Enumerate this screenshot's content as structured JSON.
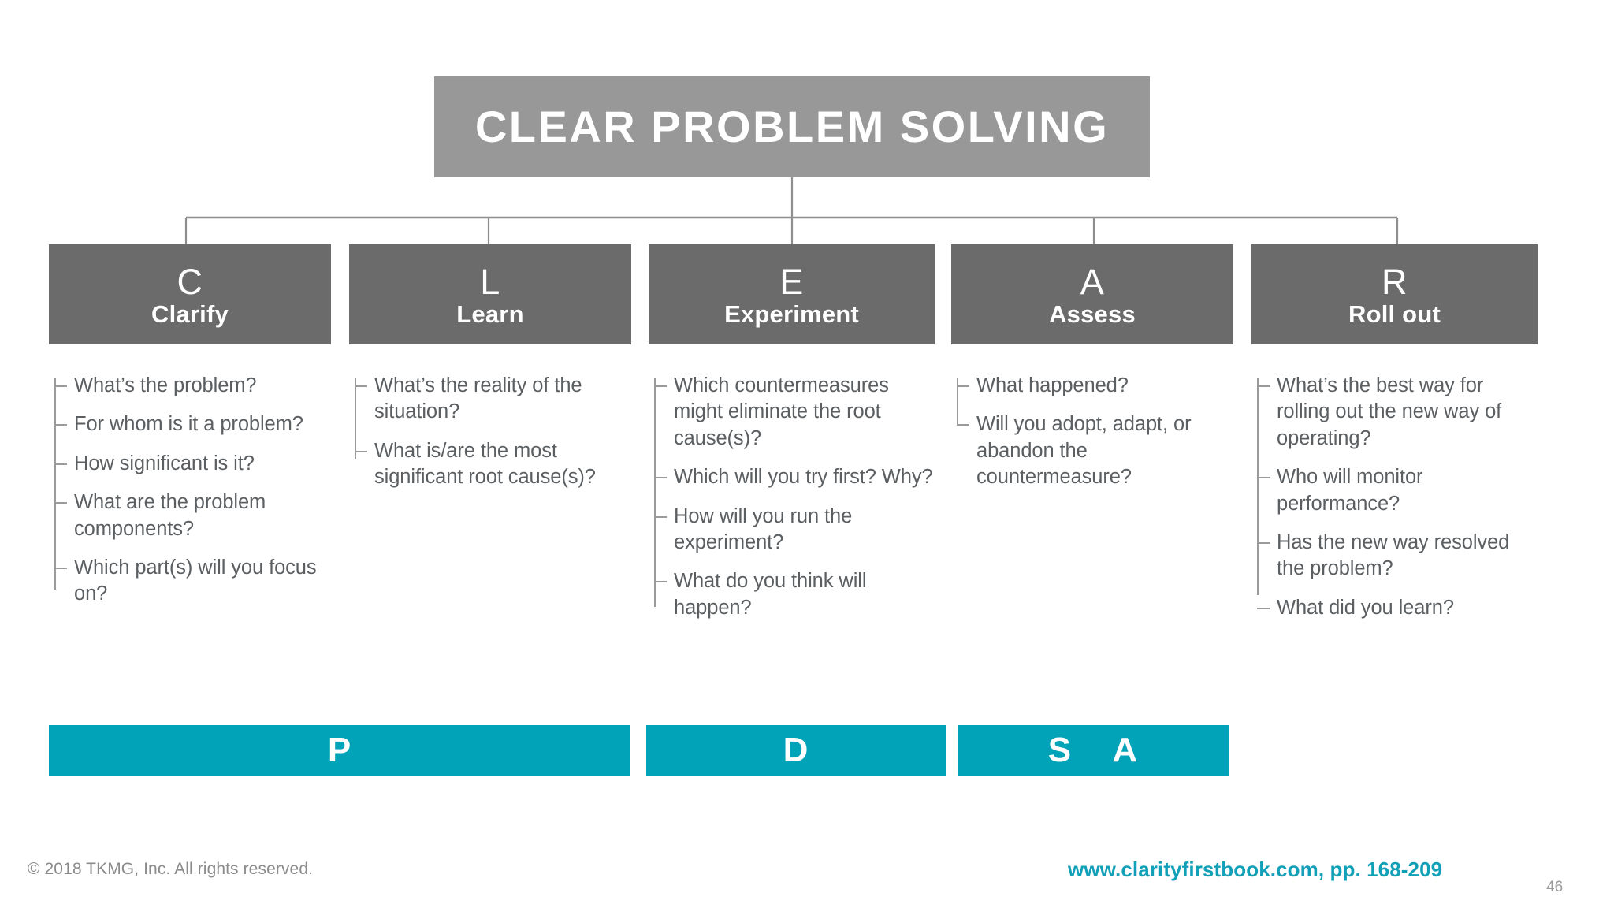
{
  "slide": {
    "title": "CLEAR PROBLEM SOLVING",
    "background_color": "#ffffff",
    "title_bar_color": "#989898",
    "header_box_color": "#6b6b6b",
    "accent_teal": "#00a3b8",
    "body_text_color": "#5b5f62",
    "connector_color": "#9a9a9a"
  },
  "columns": [
    {
      "letter": "C",
      "word": "Clarify",
      "bullets": [
        "What’s the problem?",
        "For whom is it a problem?",
        "How significant is it?",
        "What are the problem components?",
        "Which part(s) will you focus on?"
      ]
    },
    {
      "letter": "L",
      "word": "Learn",
      "bullets": [
        "What’s the reality of the situation?",
        "What is/are the most significant root cause(s)?"
      ]
    },
    {
      "letter": "E",
      "word": "Experiment",
      "bullets": [
        "Which countermeasures might eliminate the root cause(s)?",
        "Which will you try first? Why?",
        "How will you run the experiment?",
        "What do you think will happen?"
      ]
    },
    {
      "letter": "A",
      "word": "Assess",
      "bullets": [
        "What happened?",
        "Will you adopt, adapt, or abandon the countermeasure?"
      ]
    },
    {
      "letter": "R",
      "word": "Roll out",
      "bullets": [
        "What’s the best way for rolling out the new way of operating?",
        "Who will monitor performance?",
        "Has the new way resolved the problem?",
        "What did you learn?"
      ]
    }
  ],
  "pdsa_bars": [
    {
      "label": "P"
    },
    {
      "label": "D"
    },
    {
      "label": "S    A"
    }
  ],
  "footer": {
    "copyright": "© 2018 TKMG, Inc. All rights reserved.",
    "link": "www.clarityfirstbook.com, pp. 168-209",
    "page_number": "46"
  }
}
